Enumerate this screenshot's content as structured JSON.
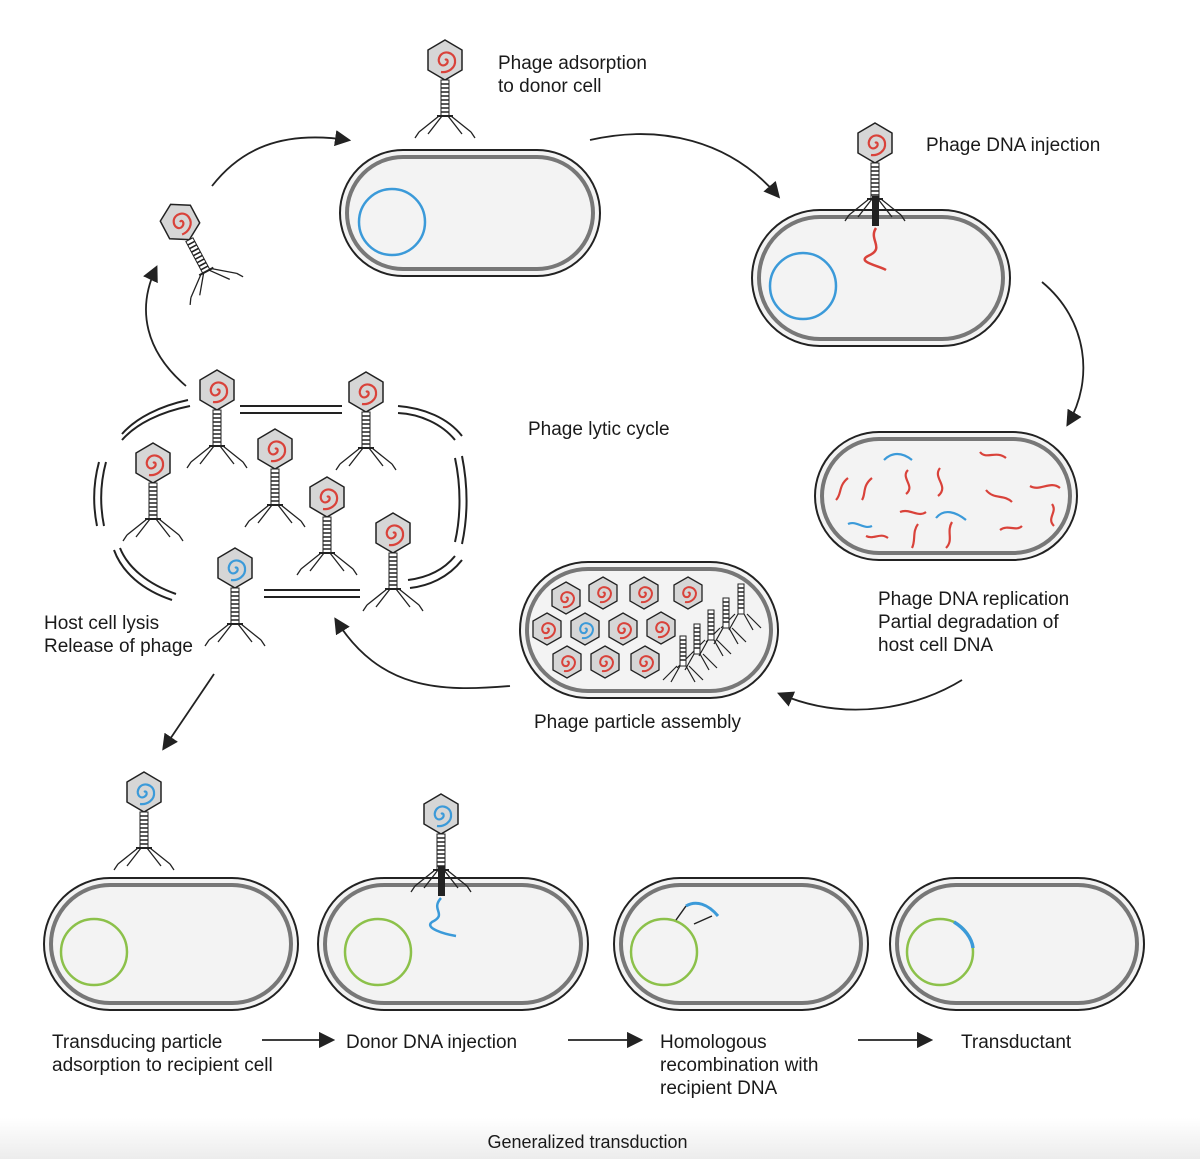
{
  "diagram": {
    "labels": {
      "adsorption": [
        "Phage adsorption",
        "to donor cell"
      ],
      "injection": "Phage DNA injection",
      "lytic_cycle": "Phage lytic cycle",
      "replication": [
        "Phage DNA replication",
        "Partial degradation of",
        "host cell DNA"
      ],
      "lysis": [
        "Host cell lysis",
        "Release of phage"
      ],
      "assembly": "Phage particle assembly",
      "transducing": [
        "Transducing particle",
        "adsorption to recipient cell"
      ],
      "donor_injection": "Donor DNA injection",
      "recombination": [
        "Homologous",
        "recombination with",
        "recipient DNA"
      ],
      "transductant": "Transductant"
    },
    "caption": "Generalized transduction"
  },
  "colors": {
    "phage_dna": "#d9423a",
    "donor_dna": "#3b9ad9",
    "recipient_dna": "#8cc14a",
    "capsid": "#d6d6d6",
    "cell_fill": "#f3f3f3",
    "cell_wall": "#777777",
    "outline": "#222222"
  }
}
